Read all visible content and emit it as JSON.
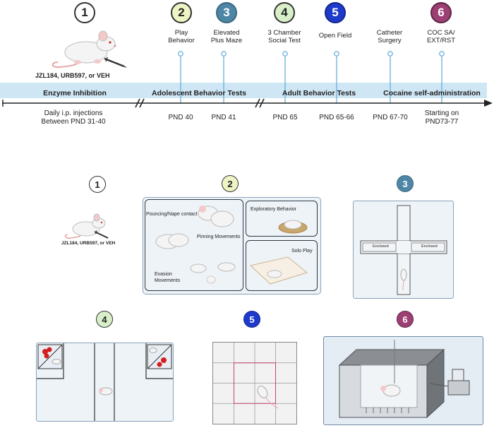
{
  "colors": {
    "timeline_bar": "#cfe6f5",
    "connector": "#5aa9d6",
    "step1": "#ffffff",
    "step2": "#eef4c4",
    "step3": "#4e86a6",
    "step4": "#d9efc9",
    "step5": "#1e3acb",
    "step6": "#9c3f73"
  },
  "timeline": {
    "steps": [
      {
        "num": "1",
        "label": ""
      },
      {
        "num": "2",
        "label": "Play\nBehavior"
      },
      {
        "num": "3",
        "label": "Elevated\nPlus Maze"
      },
      {
        "num": "4",
        "label": "3 Chamber\nSocial Test"
      },
      {
        "num": "5",
        "label": "Open Field"
      },
      {
        "num": "6",
        "label": "COC SA/\nEXT/RST"
      }
    ],
    "catheter_label": "Catheter\nSurgery",
    "drug_label": "JZL184, URB597, or VEH",
    "bar_labels": {
      "enzyme": "Enzyme Inhibition",
      "adolescent": "Adolescent Behavior Tests",
      "adult": "Adult Behavior Tests",
      "cocaine": "Cocaine self-administration"
    },
    "below": {
      "injections": "Daily i.p. injections\nBetween PND 31-40",
      "pnd40": "PND 40",
      "pnd41": "PND 41",
      "pnd65": "PND 65",
      "pnd6566": "PND 65-66",
      "pnd6770": "PND 67-70",
      "pnd7377": "Starting on\nPND73-77"
    }
  },
  "panels": {
    "p1": {
      "num": "1",
      "drug_label": "JZL184, URB597, or VEH"
    },
    "p2": {
      "num": "2",
      "pouncing": "Pouncing/Nape contact",
      "pinning": "Pinning Movements",
      "evasion": "Evasion\nMovements",
      "exploratory": "Exploratory Behavior",
      "solo": "Solo Play"
    },
    "p3": {
      "num": "3",
      "enclosed_left": "Enclosed",
      "enclosed_right": "Enclosed"
    },
    "p4": {
      "num": "4"
    },
    "p5": {
      "num": "5"
    },
    "p6": {
      "num": "6"
    }
  }
}
